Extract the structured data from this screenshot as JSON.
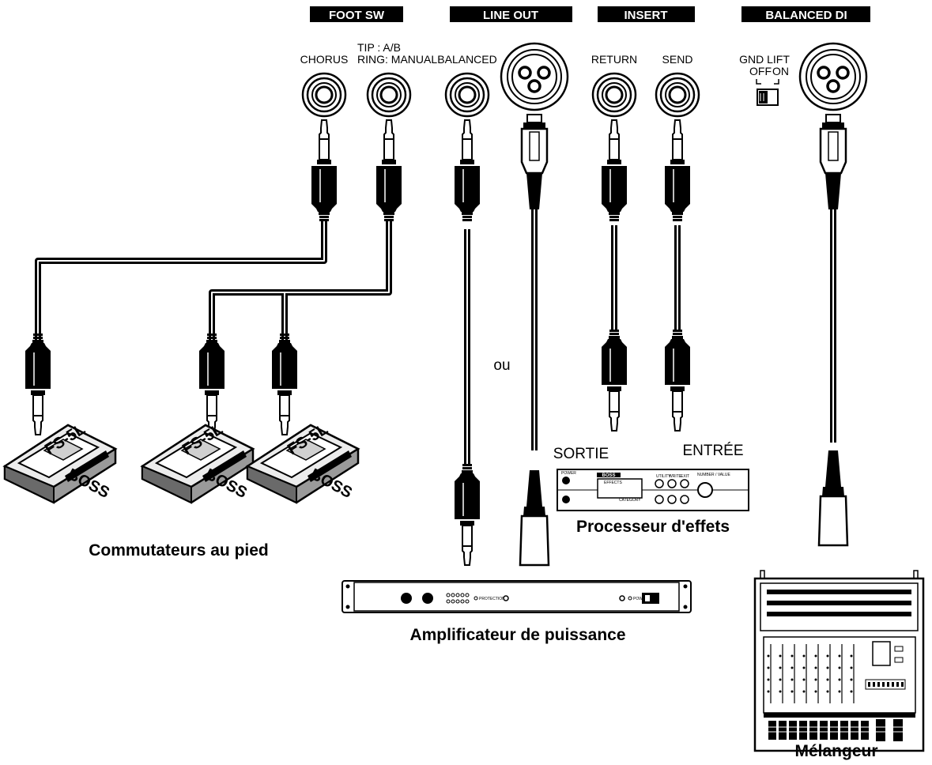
{
  "sections": {
    "foot_sw": "FOOT SW",
    "line_out": "LINE OUT",
    "insert": "INSERT",
    "balanced_di": "BALANCED DI"
  },
  "jacks": {
    "chorus": "CHORUS",
    "tip_ab": "TIP  : A/B",
    "ring_manual": "RING: MANUAL",
    "balanced": "BALANCED",
    "return": "RETURN",
    "send": "SEND",
    "gnd_lift": "GND LIFT",
    "off": "OFF",
    "on": "ON"
  },
  "labels": {
    "ou": "ou",
    "sortie": "SORTIE",
    "entree": "ENTRÉE"
  },
  "devices": {
    "pedal_model": "FS-5L",
    "pedal_brand": "BOSS",
    "fx_brand": "BOSS",
    "fx_small_labels": [
      "POWER",
      "EFFECTS",
      "CATEGORY",
      "UTILITY",
      "WRITE",
      "EXIT",
      "NUMBER / VALUE"
    ],
    "amp_small_labels": [
      "PROTECTION",
      "POWER"
    ]
  },
  "captions": {
    "footswitches": "Commutateurs au pied",
    "effects": "Processeur d'effets",
    "amplifier": "Amplificateur de puissance",
    "mixer": "Mélangeur"
  },
  "colors": {
    "line": "#000000",
    "background": "#ffffff",
    "panel": "#ececec",
    "shadow": "#9a9a9a"
  }
}
